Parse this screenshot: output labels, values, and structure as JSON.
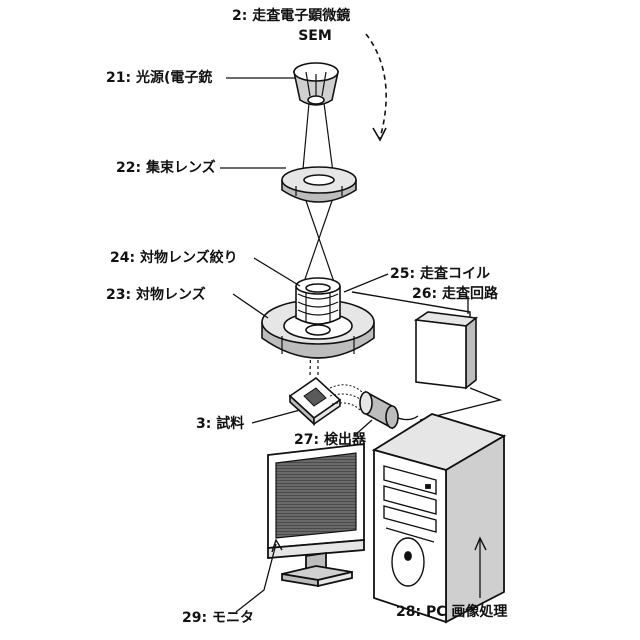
{
  "labels": {
    "sem_title": "2: 走査電子顕微鏡",
    "sem_abbr": "SEM",
    "light_source": "21: 光源(電子銃",
    "condenser": "22: 集束レンズ",
    "aperture": "24: 対物レンズ絞り",
    "objective": "23: 対物レンズ",
    "scan_coil": "25: 走査コイル",
    "scan_circuit": "26: 走査回路",
    "sample": "3: 試料",
    "detector": "27: 検出器",
    "monitor": "29: モニタ",
    "pc": "28: PC 画像処理"
  },
  "colors": {
    "line": "#111111",
    "shade": "#bdbdbd",
    "light": "#e6e6e6",
    "screen": "#5a5a5a"
  }
}
